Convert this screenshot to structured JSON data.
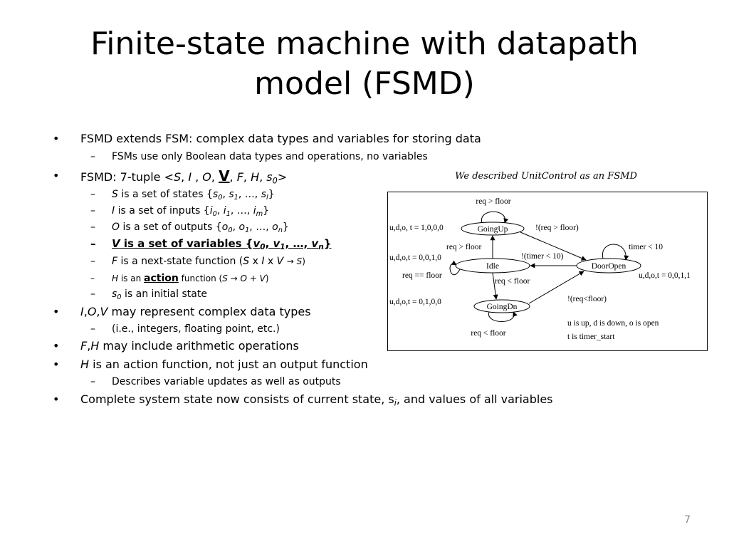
{
  "slide": {
    "title_line1": "Finite-state machine with datapath",
    "title_line2": "model (FSMD)",
    "page_number": "7",
    "bullets": {
      "b1": "FSMD extends FSM: complex data types and variables for storing data",
      "b1_sub": "FSMs use only Boolean data types and operations, no variables",
      "b2_prefix": "FSMD: 7-tuple <",
      "b2_S": "S",
      "b2_I": "I",
      "b2_O": "O",
      "b2_V": "V",
      "b2_F": "F",
      "b2_H": "H",
      "b2_s": "s",
      "b2_s_sub": "0",
      "b2_suffix": ">",
      "s_S": "S",
      "s_S_text": " is a set of states {",
      "s_I": "I",
      "s_I_text": " is a set of inputs {",
      "s_O": "O",
      "s_O_text": " is a set of outputs {",
      "s_V_text": " is a set of variables {",
      "s_F": "F",
      "s_F_text": " is a next-state function (",
      "s_H": "H",
      "s_H_is_an": " is an ",
      "s_H_action": "action",
      "s_H_function": " function (",
      "s_s0_text": " is an initial state",
      "b3_tail": " may represent complex data types",
      "b3_sub": "(i.e., integers, floating point, etc.)",
      "b4_tail": " may include arithmetic operations",
      "b5_tail": " is an action function, not just an output function",
      "b5_sub": "Describes variable updates as well as outputs",
      "b6_pre": "Complete system state now consists of current state, s",
      "b6_sub": "i",
      "b6_post": ", and values of all variables"
    }
  },
  "diagram": {
    "caption": "We described UnitControl as an FSMD",
    "states": {
      "going_up": "GoingUp",
      "idle": "Idle",
      "door_open": "DoorOpen",
      "going_dn": "GoingDn"
    },
    "labels": {
      "req_gt_floor_top": "req > floor",
      "out_up": "u,d,o, t = 1,0,0,0",
      "not_req_gt_floor": "!(req > floor)",
      "req_gt_floor_mid": "req > floor",
      "not_timer": "!(timer < 10)",
      "timer_lt_10": "timer < 10",
      "out_idle": "u,d,o,t = 0,0,1,0",
      "req_eq_floor": "req == floor",
      "out_door": "u,d,o,t = 0,0,1,1",
      "req_lt_floor_mid": "req < floor",
      "not_req_lt_floor": "!(req<floor)",
      "out_dn": "u,d,o,t = 0,1,0,0",
      "req_lt_floor_bottom": "req < floor",
      "legend1": "u is up, d is down, o is open",
      "legend2": "t is timer_start"
    }
  }
}
